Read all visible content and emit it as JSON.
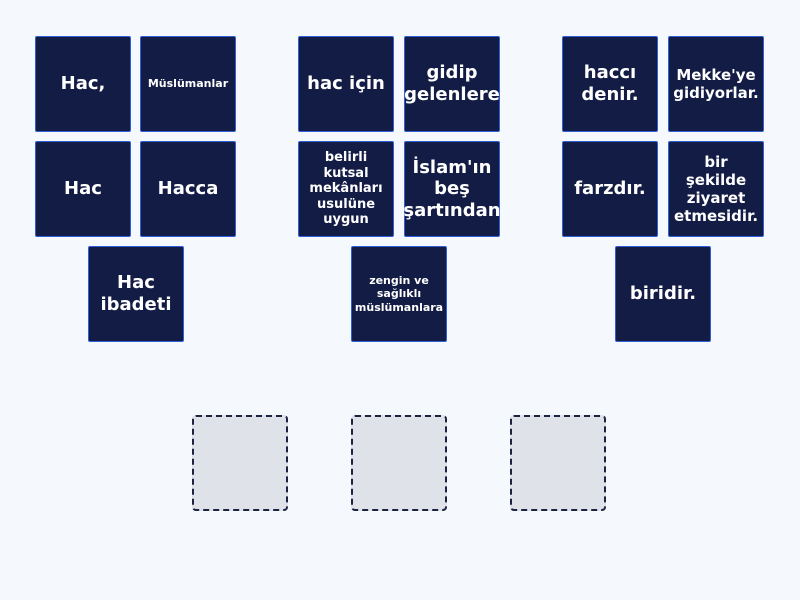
{
  "tiles": [
    {
      "label": "Hac,",
      "size": "l"
    },
    {
      "label": "Müslümanlar",
      "size": "xs"
    },
    {
      "label": "Hac",
      "size": "l"
    },
    {
      "label": "Hacca",
      "size": "l"
    },
    {
      "label": "Hac ibadeti",
      "size": "l"
    },
    {
      "label": "hac için",
      "size": "l"
    },
    {
      "label": "gidip gelenlere",
      "size": "l"
    },
    {
      "label": "belirli kutsal mekânları usulüne uygun",
      "size": "s"
    },
    {
      "label": "İslam'ın beş şartından",
      "size": "l"
    },
    {
      "label": "zengin ve sağlıklı müslümanlara",
      "size": "xs"
    },
    {
      "label": "haccı denir.",
      "size": "l"
    },
    {
      "label": "Mekke'ye gidiyorlar.",
      "size": "m"
    },
    {
      "label": "farzdır.",
      "size": "l"
    },
    {
      "label": "bir şekilde ziyaret etmesidir.",
      "size": "m"
    },
    {
      "label": "biridir.",
      "size": "l"
    }
  ],
  "colors": {
    "background": "#f5f8fd",
    "tile": "#131c44",
    "tile_border": "#2f5fd6",
    "slot": "#e0e2ea"
  }
}
